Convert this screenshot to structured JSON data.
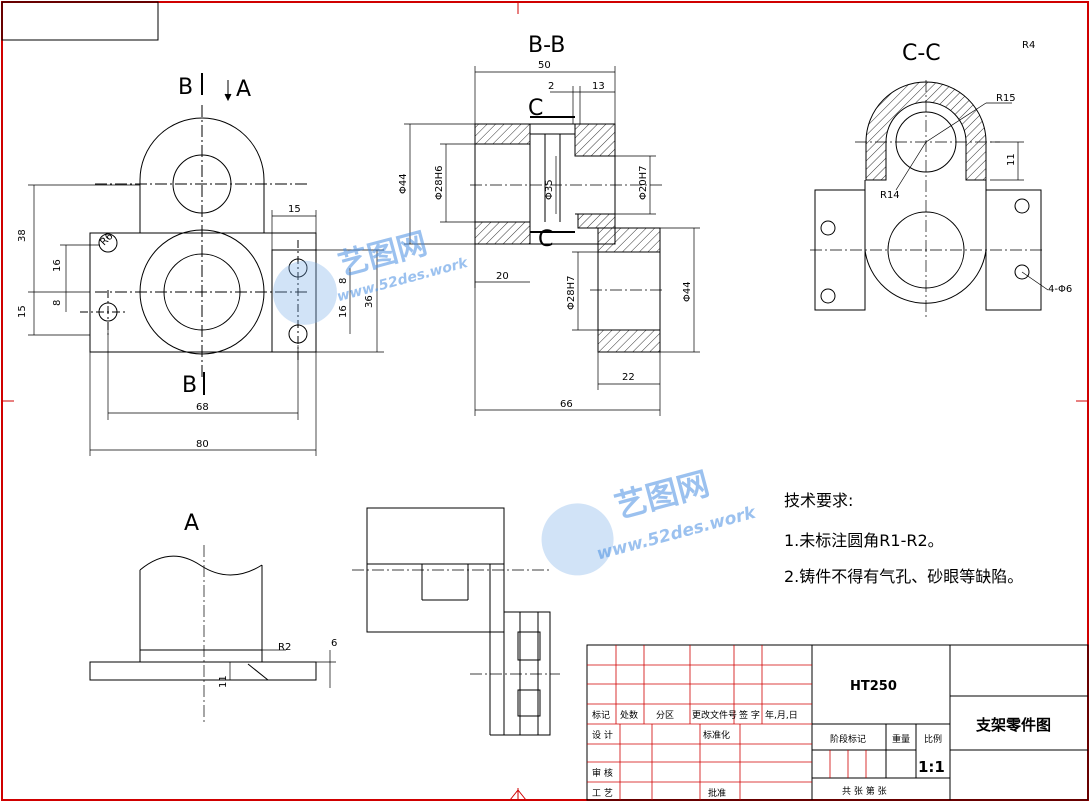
{
  "views": {
    "view_b_section_mark": "B",
    "view_a_direction_mark": "A",
    "view_b_bottom_mark": "B",
    "section_bb_title": "B-B",
    "section_cc_title": "C-C",
    "section_c_mark_top": "C",
    "section_c_mark_bottom": "C",
    "view_a_title": "A",
    "corner_mark": "R4"
  },
  "dimensions": {
    "left_38": "38",
    "left_16": "16",
    "left_8": "8",
    "left_15": "15",
    "left_15_top": "15",
    "left_8_right": "8",
    "left_36": "36",
    "left_16_right": "16",
    "left_r6": "R6",
    "left_68": "68",
    "left_80": "80",
    "bb_50": "50",
    "bb_2": "2",
    "bb_13": "13",
    "bb_phi44_left": "Φ44",
    "bb_phi28h6": "Φ28H6",
    "bb_phi35": "Φ35",
    "bb_phi20h7": "Φ20H7",
    "bb_20": "20",
    "bb_phi28h7": "Φ28H7",
    "bb_phi44_right": "Φ44",
    "bb_22": "22",
    "bb_66": "66",
    "cc_r15": "R15",
    "cc_11": "11",
    "cc_r14": "R14",
    "cc_4phi6": "4-Φ6",
    "a_r2": "R2",
    "a_6": "6",
    "a_11": "11"
  },
  "notes": {
    "heading": "技术要求:",
    "line1": "1.未标注圆角R1-R2。",
    "line2": "2.铸件不得有气孔、砂眼等缺陷。"
  },
  "title_block": {
    "material": "HT250",
    "part_name": "支架零件图",
    "col_mark": "标记",
    "col_count": "处数",
    "col_zone": "分区",
    "col_docno": "更改文件号",
    "col_sign": "签 字",
    "col_date": "年,月,日",
    "design": "设 计",
    "standard": "标准化",
    "review": "审 核",
    "process": "工 艺",
    "approve": "批准",
    "stage": "阶段标记",
    "weight": "重量",
    "scale_label": "比例",
    "scale": "1:1",
    "sheets": "共 张 第 张"
  },
  "watermark": {
    "brand": "艺图网",
    "url": "www.52des.work"
  }
}
